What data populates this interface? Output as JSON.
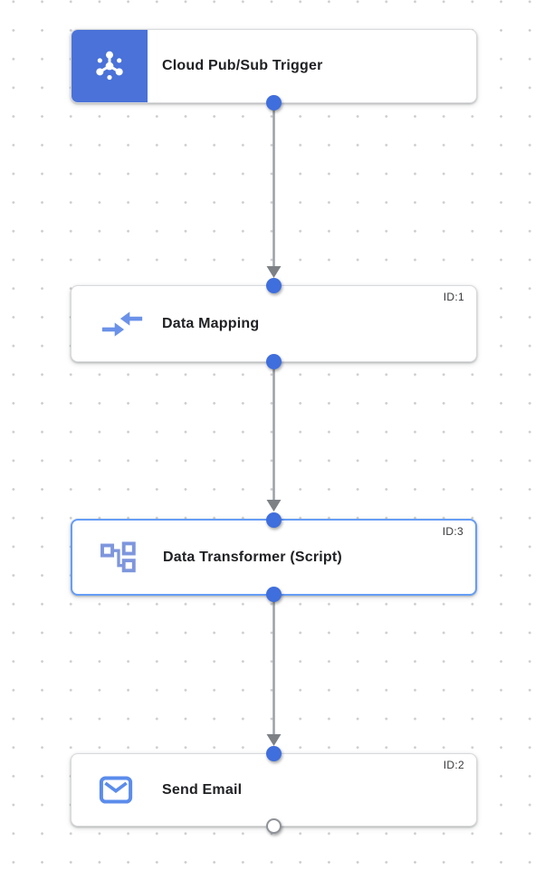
{
  "canvas": {
    "name": "integration-workflow-canvas"
  },
  "nodes": [
    {
      "name": "cloud-pubsub-trigger",
      "label": "Cloud Pub/Sub Trigger",
      "badge": "",
      "icon": "pubsub-icon",
      "selected": false
    },
    {
      "name": "data-mapping",
      "label": "Data Mapping",
      "badge": "ID:1",
      "icon": "data-mapping-icon",
      "selected": false
    },
    {
      "name": "data-transformer-script",
      "label": "Data Transformer (Script)",
      "badge": "ID:3",
      "icon": "data-transformer-icon",
      "selected": true
    },
    {
      "name": "send-email",
      "label": "Send Email",
      "badge": "ID:2",
      "icon": "email-icon",
      "selected": false
    }
  ],
  "edges": [
    {
      "from": "cloud-pubsub-trigger",
      "to": "data-mapping"
    },
    {
      "from": "data-mapping",
      "to": "data-transformer-script"
    },
    {
      "from": "data-transformer-script",
      "to": "send-email"
    }
  ],
  "colors": {
    "trigger_block_blue": "#4a72d8",
    "port_blue": "#3f6edd",
    "selected_border_blue": "#669df6",
    "connector_line_gray": "#9aa0a6",
    "connector_arrow_gray": "#7d8186",
    "title_text": "#202124",
    "grid_dot_gray": "#cecece"
  }
}
